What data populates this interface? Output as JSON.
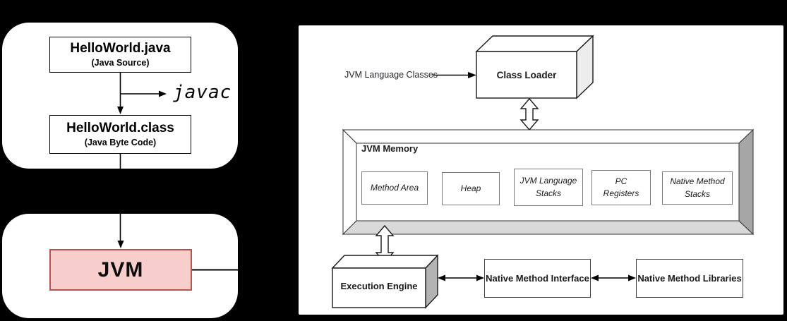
{
  "compile_flow": {
    "source_box": {
      "title": "HelloWorld.java",
      "subtitle": "(Java Source)"
    },
    "compiler_label": "javac",
    "bytecode_box": {
      "title": "HelloWorld.class",
      "subtitle": "(Java Byte Code)"
    },
    "jvm_box": {
      "label": "JVM"
    }
  },
  "jvm_architecture": {
    "input_label": "JVM Language Classes",
    "class_loader_label": "Class Loader",
    "memory": {
      "title": "JVM Memory",
      "components": [
        "Method Area",
        "Heap",
        "JVM Language Stacks",
        "PC Registers",
        "Native Method Stacks"
      ]
    },
    "execution_engine_label": "Execution Engine",
    "native_method_interface_label": "Native Method Interface",
    "native_method_libraries_label": "Native Method Libraries"
  },
  "colors": {
    "background": "#000000",
    "panel": "#ffffff",
    "jvm_box_fill": "#f8cecc",
    "jvm_box_border": "#b85450",
    "cuboid_side_light": "#ededed",
    "cuboid_side_dark": "#b3b3b3",
    "memory_bevel_bottom": "#d9d9d9",
    "memory_bevel_right": "#a6a6a6"
  }
}
